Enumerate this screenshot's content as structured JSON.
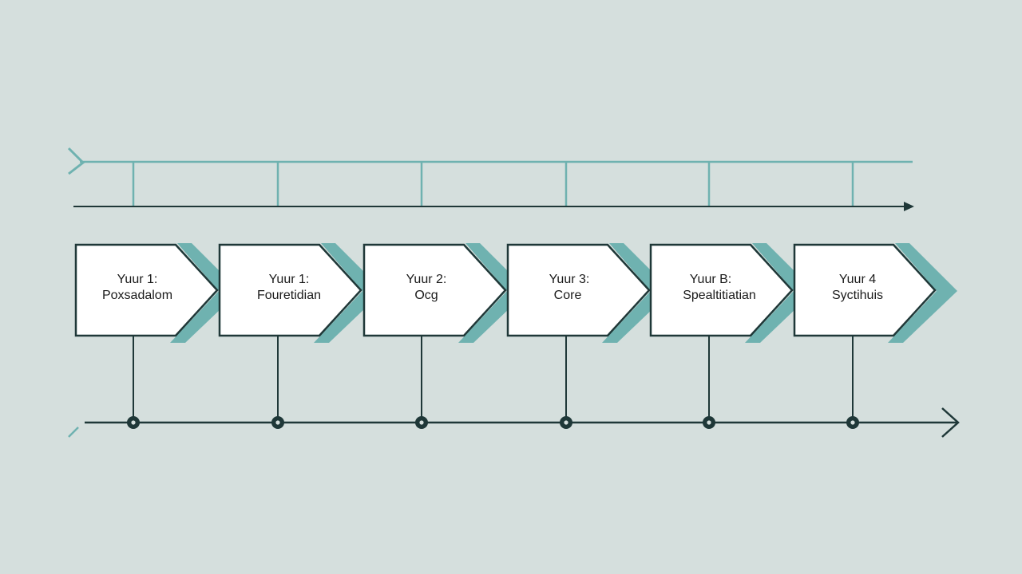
{
  "colors": {
    "background": "#d5dfdd",
    "teal": "#6fb2b0",
    "dark": "#1f3838",
    "box_fill": "#ffffff",
    "text": "#1a1a1a"
  },
  "steps": [
    {
      "line1": "Yuur 1:",
      "line2": "Poxsadalom"
    },
    {
      "line1": "Yuur 1:",
      "line2": "Fouretidian"
    },
    {
      "line1": "Yuur 2:",
      "line2": "Ocg"
    },
    {
      "line1": "Yuur 3:",
      "line2": "Core"
    },
    {
      "line1": "Yuur B:",
      "line2": "Spealtitiatian"
    },
    {
      "line1": "Yuur 4",
      "line2": "Syctihuis"
    }
  ]
}
